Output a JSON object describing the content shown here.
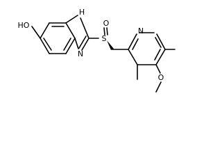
{
  "molecule": {
    "atoms": {
      "hydroxyl": "HO",
      "nh": "H",
      "n_ring": "N",
      "sulfur": "S",
      "sulfoxide_o": "O",
      "pyridine_n": "N",
      "methoxy_o": "O"
    },
    "style": {
      "bond_color": "#000000",
      "background": "#ffffff"
    }
  }
}
